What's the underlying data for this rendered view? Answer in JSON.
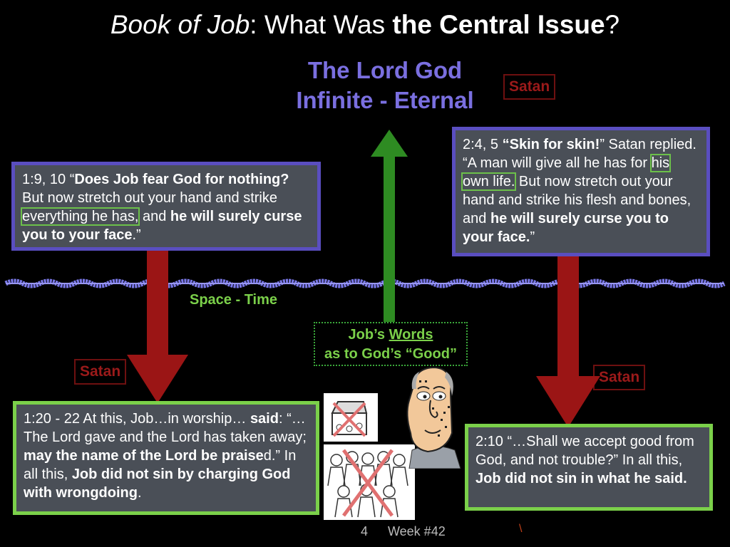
{
  "title": {
    "part1": "Book of Job",
    "part2": ":  What Was ",
    "part3": "the Central  Issue",
    "part4": "?"
  },
  "god": {
    "line1": "The Lord God",
    "line2": "Infinite - Eternal"
  },
  "satan_labels": [
    "Satan",
    "Satan",
    "Satan"
  ],
  "card_top_left": {
    "t1": "1:9, 10 “",
    "t2": "Does Job fear God for nothing?",
    "t3": " But now stretch out your hand and strike ",
    "t4": "everything he has,",
    "t5": " and ",
    "t6": "he will surely curse you to your face",
    "t7": ".”"
  },
  "card_top_right": {
    "t1": "2:4, 5 ",
    "t2": "“Skin for skin!",
    "t3": "” Satan replied. “A man will give all he has for ",
    "t4": "his own life.",
    "t5": " But now stretch out your hand and strike his flesh and bones, and ",
    "t6": "he will surely curse you to your face.",
    "t7": "”"
  },
  "space_time": "Space - Time",
  "job_words": {
    "w1": "Job’s ",
    "w2": "Words",
    "line2": "as to God’s “Good”"
  },
  "card_bottom_left": {
    "t1": "1:20 - 22 At this, Job…in worship… ",
    "t2": "said",
    "t3": ": “…The Lord gave and the Lord has taken away; ",
    "t4": "may the name of the Lord be praise",
    "t5": "d.” In all this, ",
    "t6": "Job did not sin by charging God with wrongdoing",
    "t7": "."
  },
  "card_bottom_right": {
    "t1": "2:10 “…Shall we accept good from God, and not trouble?” In all this, ",
    "t2": "Job did not sin in what he said."
  },
  "footer": {
    "page": "4",
    "week": "Week #42",
    "mark": "\\"
  },
  "icons": [
    "treasure-chest-crossed-icon",
    "people-crossed-icon",
    "job-face-icon"
  ],
  "colors": {
    "lord_god": "#7a6fe0",
    "green_arrow": "#2e8b22",
    "red_arrow": "#9b1515",
    "card_bg": "#4a4f57",
    "space_time": "#7bd04a"
  }
}
